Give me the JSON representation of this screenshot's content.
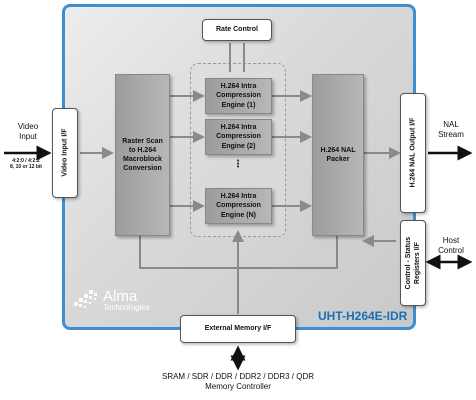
{
  "diagram": {
    "core_name": "UHT-H264E-IDR",
    "blocks": {
      "rate_control": "Rate Control",
      "raster_scan": "Raster Scan\nto H.264\nMacroblock\nConversion",
      "engines": [
        "H.264 Intra\nCompression\nEngine (1)",
        "H.264 Intra\nCompression\nEngine (2)",
        "H.264 Intra\nCompression\nEngine (N)"
      ],
      "nal_packer": "H.264 NAL\nPacker",
      "external_memory_if": "External Memory  I/F",
      "video_input_if": "Video Input I/F",
      "nal_output_if": "H.264 NAL Output I/F",
      "control_status_if": "Control - Status\nRegisters I/F"
    },
    "labels": {
      "video_input": "Video\nInput",
      "input_formats": "4:2:0 / 4:2:2\n8, 10 or 12 bit",
      "nal_stream": "NAL\nStream",
      "host_control": "Host\nControl",
      "memory_controller": "SRAM / SDR / DDR / DDR2 / DDR3 / QDR\nMemory Controller",
      "ellipsis": "⋮"
    },
    "logo": {
      "word": "Alma",
      "sub": "Technologies"
    }
  }
}
